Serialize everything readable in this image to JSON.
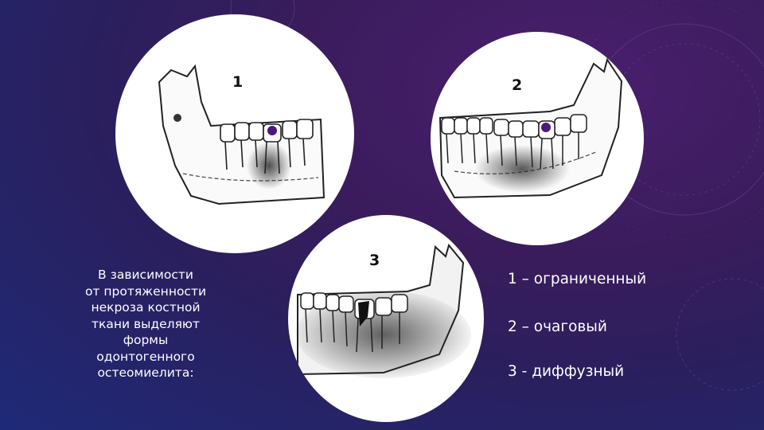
{
  "diagram": {
    "labels": {
      "one": "1",
      "two": "2",
      "three": "3"
    },
    "caption_lines": [
      "В зависимости",
      "от протяженности",
      "некроза костной",
      "ткани выделяют",
      "формы",
      "одонтогенного",
      "остеомиелита:"
    ],
    "legend": [
      "1 – ограниченный",
      "2 – очаговый",
      "3 - диффузный"
    ]
  }
}
